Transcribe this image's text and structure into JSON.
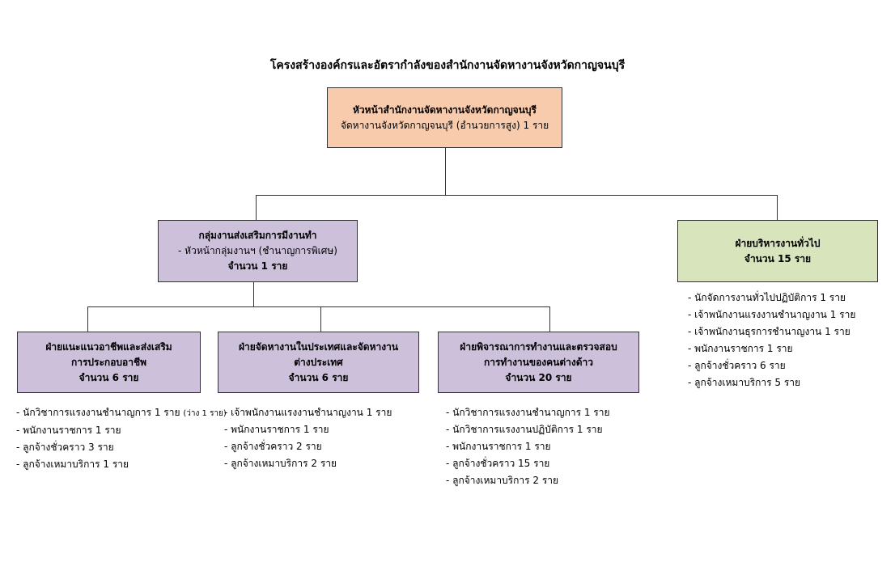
{
  "title": "โครงสร้างองค์กรและอัตรากำลังของสำนักงานจัดหางานจังหวัดกาญจนบุรี",
  "head": {
    "name": "หัวหน้าสำนักงานจัดหางานจังหวัดกาญจนบุรี",
    "position": "จัดหางานจังหวัดกาญจนบุรี (อำนวยการสูง) 1 ราย"
  },
  "promo_group": {
    "name": "กลุ่มงานส่งเสริมการมีงานทำ",
    "head": "- หัวหน้ากลุ่มงานฯ (ชำนาญการพิเศษ)",
    "count": "จำนวน 1 ราย"
  },
  "admin": {
    "name": "ฝ่ายบริหารงานทั่วไป",
    "count": "จำนวน 15 ราย",
    "staff": [
      "- นักจัดการงานทั่วไปปฏิบัติการ 1 ราย",
      "- เจ้าพนักงานแรงงานชำนาญงาน 1 ราย",
      "- เจ้าพนักงานธุรการชำนาญงาน 1 ราย",
      "- พนักงานราชการ 1 ราย",
      "- ลูกจ้างชั่วคราว 6 ราย",
      "- ลูกจ้างเหมาบริการ 5 ราย"
    ]
  },
  "guidance": {
    "line1": "ฝ่ายแนะแนวอาชีพและส่งเสริม",
    "line2": "การประกอบอาชีพ",
    "count": "จำนวน 6 ราย",
    "staff_first": "- นักวิชาการแรงงานชำนาญการ 1 ราย",
    "staff_first_note": "(ว่าง 1 ราย)",
    "staff": [
      "- พนักงานราชการ 1 ราย",
      "- ลูกจ้างชั่วคราว 3 ราย",
      "- ลูกจ้างเหมาบริการ 1 ราย"
    ]
  },
  "placement": {
    "line1": "ฝ่ายจัดหางานในประเทศและจัดหางาน",
    "line2": "ต่างประเทศ",
    "count": "จำนวน 6 ราย",
    "staff": [
      "- เจ้าพนักงานแรงงานชำนาญงาน 1 ราย",
      "- พนักงานราชการ 1 ราย",
      "- ลูกจ้างชั่วคราว 2 ราย",
      "- ลูกจ้างเหมาบริการ 2 ราย"
    ]
  },
  "foreign": {
    "line1": "ฝ่ายพิจารณาการทำงานและตรวจสอบ",
    "line2": "การทำงานของคนต่างด้าว",
    "count": "จำนวน 20 ราย",
    "staff": [
      "- นักวิชาการแรงงานชำนาญการ 1 ราย",
      "- นักวิชาการแรงงานปฏิบัติการ 1 ราย",
      "- พนักงานราชการ 1 ราย",
      "- ลูกจ้างชั่วคราว 15 ราย",
      "- ลูกจ้างเหมาบริการ 2 ราย"
    ]
  },
  "colors": {
    "head": "#f8cbad",
    "group": "#ccc0da",
    "admin": "#d8e4bc"
  }
}
